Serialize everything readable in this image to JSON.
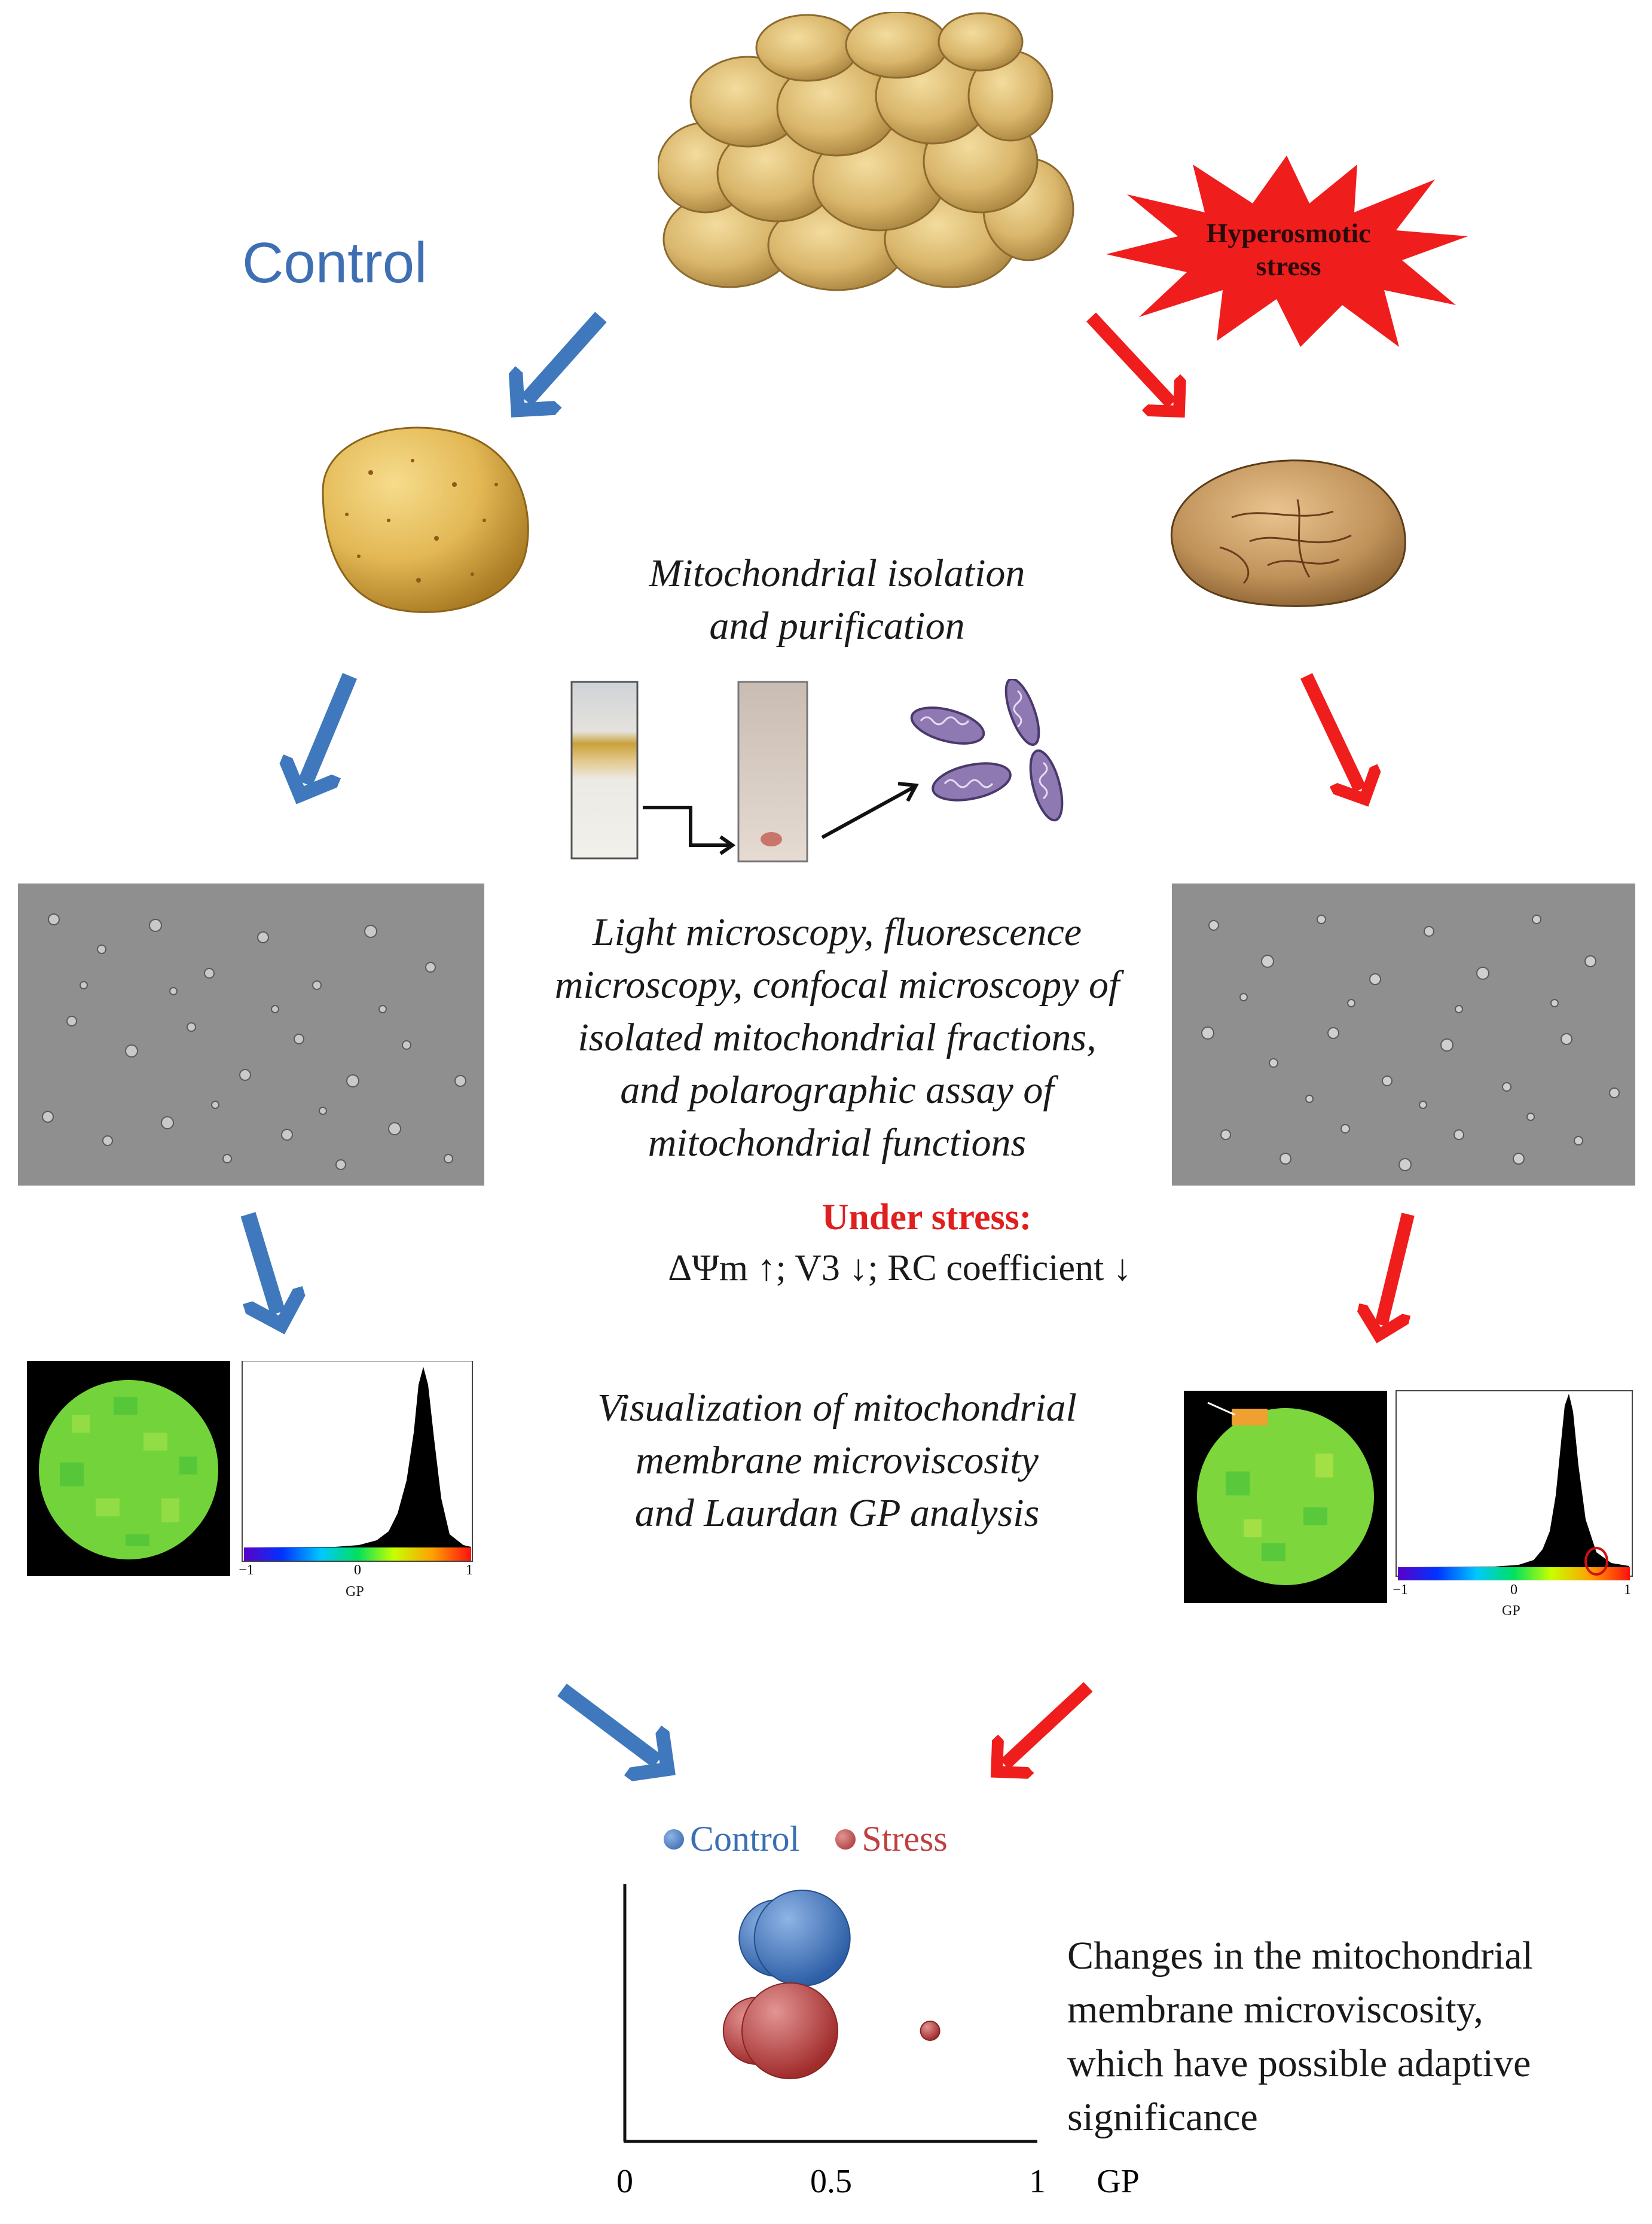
{
  "labels": {
    "control": "Control",
    "hyperosmotic_line1": "Hyperosmotic",
    "hyperosmotic_line2": "stress"
  },
  "steps": {
    "isolation_line1": "Mitochondrial isolation",
    "isolation_line2": "and purification",
    "microscopy_lines": [
      "Light microscopy, fluorescence",
      "microscopy, confocal microscopy of",
      "isolated mitochondrial fractions,",
      "and polarographic assay of",
      "mitochondrial functions"
    ],
    "stress_title": "Under stress:",
    "stress_line": "ΔΨm ↑; V3 ↓; RC coefficient ↓",
    "visualization_lines": [
      "Visualization of mitochondrial",
      "membrane microviscosity",
      "and Laurdan GP analysis"
    ]
  },
  "histograms": {
    "left": {
      "tick_min": "−1",
      "tick_mid": "0",
      "tick_max": "1",
      "axis": "GP"
    },
    "right": {
      "tick_min": "−1",
      "tick_mid": "0",
      "tick_max": "1",
      "axis": "GP"
    }
  },
  "chart_data": {
    "type": "scatter",
    "legend": [
      {
        "name": "Control",
        "color": "#3a6fb5"
      },
      {
        "name": "Stress",
        "color": "#c04040"
      }
    ],
    "xlabel": "GP",
    "x_ticks": [
      "0",
      "0.5",
      "1"
    ],
    "xlim": [
      0,
      1
    ],
    "series": [
      {
        "name": "Control",
        "points": [
          {
            "x": 0.37,
            "r": 0.8
          },
          {
            "x": 0.43,
            "r": 1.0
          }
        ]
      },
      {
        "name": "Stress",
        "points": [
          {
            "x": 0.32,
            "r": 0.7
          },
          {
            "x": 0.4,
            "r": 1.0
          },
          {
            "x": 0.74,
            "r": 0.2
          }
        ]
      }
    ]
  },
  "conclusion_lines": [
    "Changes in the mitochondrial",
    "membrane microviscosity,",
    "which have possible adaptive",
    "significance"
  ],
  "colors": {
    "control": "#3f78bd",
    "stress": "#f01d1d",
    "gp_green": "#6fd33a"
  }
}
